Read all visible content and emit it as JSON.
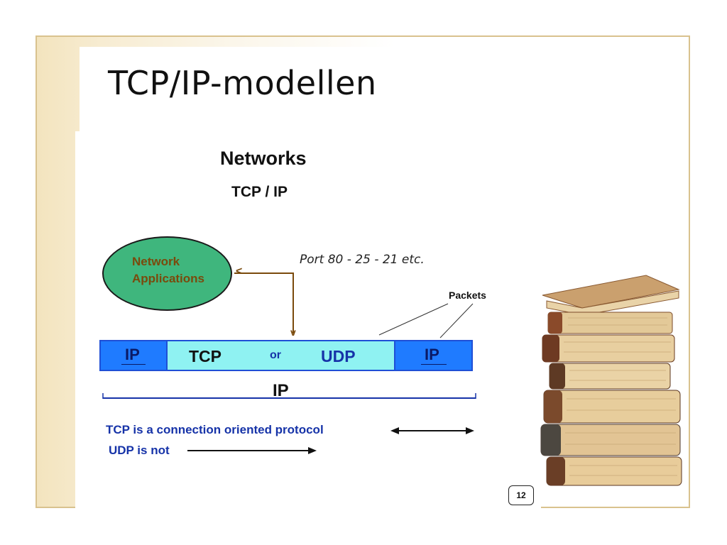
{
  "slide": {
    "title": "TCP/IP-modellen",
    "page_number": "12"
  },
  "diagram": {
    "heading": "Networks",
    "subheading": "TCP / IP",
    "ellipse_line1": "Network",
    "ellipse_line2": "Applications",
    "port_text": "Port 80 - 25 - 21 etc.",
    "packets_label": "Packets",
    "arrow_tip_left": "<",
    "arrow_tip_down": "v",
    "bar": {
      "left_ip": "IP",
      "tcp": "TCP",
      "or": "or",
      "udp": "UDP",
      "right_ip": "IP"
    },
    "ip_span_label": "IP",
    "notes": {
      "tcp_note": "TCP is a connection oriented protocol",
      "udp_note": "UDP is not"
    }
  },
  "colors": {
    "frame_border": "#d9c28e",
    "ellipse_fill": "#3fb67d",
    "ip_cell": "#1f7bff",
    "transport_cell": "#8ff2f2",
    "note_text": "#1633a8",
    "arrow_brown": "#7a4a0c"
  },
  "icons": {
    "books_illustration": "stack-of-books-icon"
  }
}
